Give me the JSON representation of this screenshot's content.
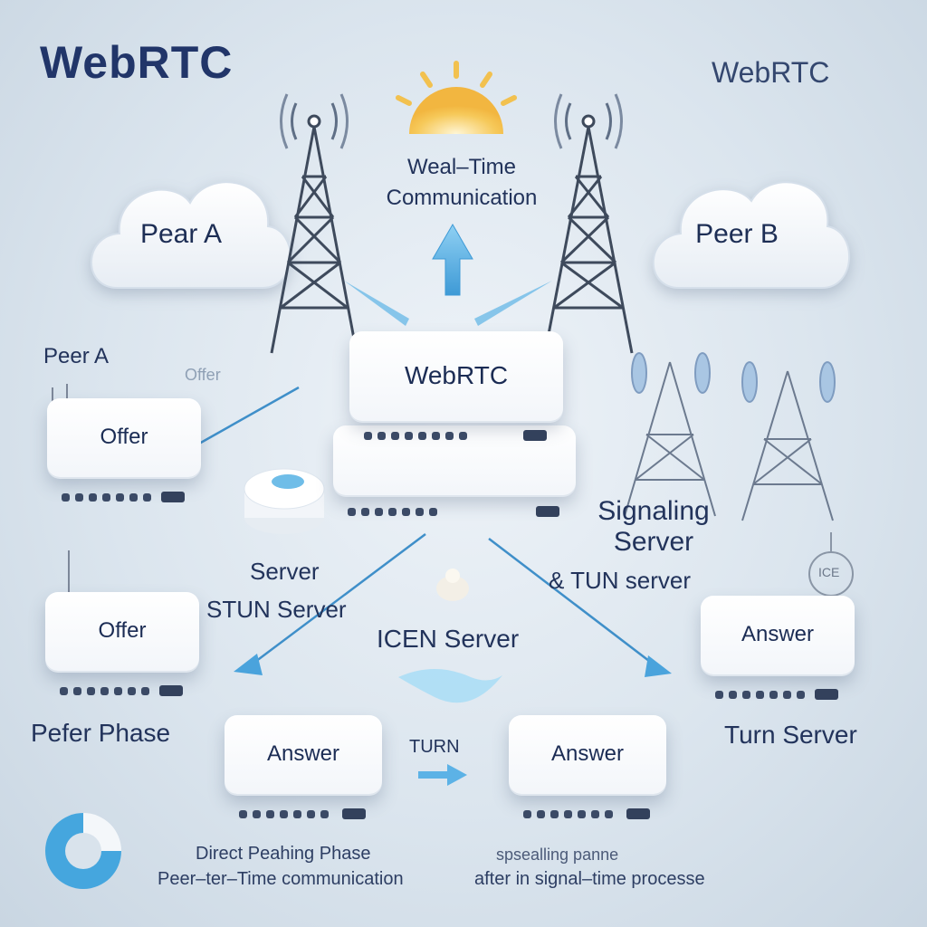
{
  "title": "WebRTC",
  "corner_title": "WebRTC",
  "realtime_label": "Weal–Time Communication",
  "clouds": {
    "peer_a": "Pear A",
    "peer_b": "Peer B"
  },
  "left_peer_label": "Peer A",
  "faint_offer": "Offer",
  "center_box": "WebRTC",
  "routers": {
    "offer_top": "Offer",
    "offer_bottom": "Offer",
    "answer_right": "Answer",
    "answer_bottom_left": "Answer",
    "answer_bottom_right": "Answer"
  },
  "labels": {
    "server": "Server",
    "stun_server": "STUN Server",
    "icen_server": "ICEN Server",
    "signaling_server": "Signaling Server",
    "tun_server": "& TUN server",
    "ice": "ICE",
    "pefer_phase": "Pefer Phase",
    "turn_server": "Turn Server",
    "turn": "TURN"
  },
  "bottom": {
    "line1": "Direct Peahing Phase",
    "line2_left": "Peer–ter–Time communication",
    "line2_right": "after in signal–time processe",
    "faint_right": "spsealling panne"
  },
  "colors": {
    "accent": "#4aa3dc",
    "title": "#213569",
    "sun": "#f5c451"
  }
}
